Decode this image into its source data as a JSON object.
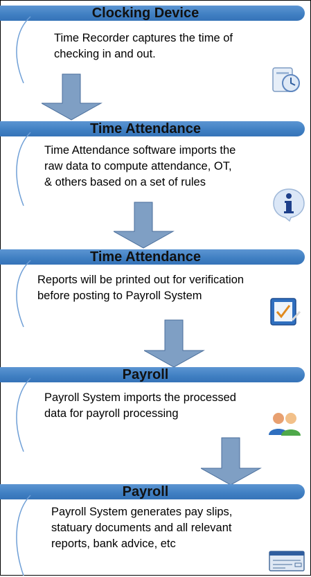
{
  "steps": [
    {
      "title": "Clocking Device",
      "lines": [
        "Time Recorder captures the time of",
        "checking in and out."
      ],
      "icon": "clock-document-icon"
    },
    {
      "title": "Time Attendance",
      "lines": [
        "Time Attendance software imports the",
        "raw data to compute attendance, OT,",
        "& others based on a set of rules"
      ],
      "icon": "info-icon"
    },
    {
      "title": "Time Attendance",
      "lines": [
        "Reports will be printed out for verification",
        "before posting to Payroll System"
      ],
      "icon": "checklist-icon"
    },
    {
      "title": "Payroll",
      "lines": [
        "Payroll System imports the processed",
        "data for payroll processing"
      ],
      "icon": "people-icon"
    },
    {
      "title": "Payroll",
      "lines": [
        "Payroll System generates pay slips,",
        "statuary documents and all relevant",
        "reports, bank advice, etc"
      ],
      "icon": "cheque-icon"
    }
  ],
  "colors": {
    "header": "#3f7fc2",
    "arrow": "#7f9fc4",
    "curve": "#6f9fd6"
  }
}
